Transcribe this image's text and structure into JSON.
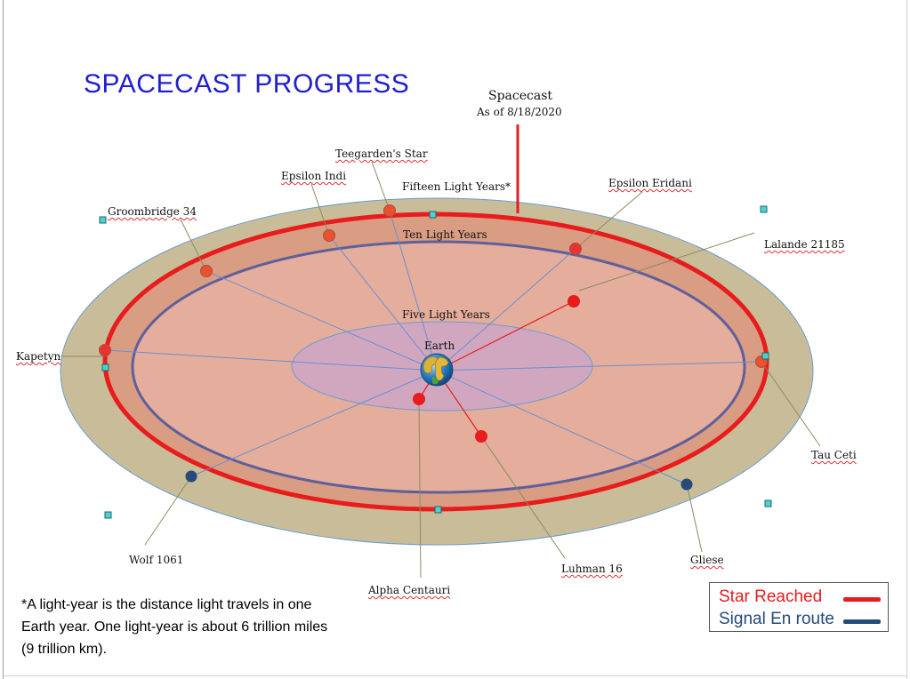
{
  "title": "SPACECAST PROGRESS",
  "spacecast": {
    "label": "Spacecast",
    "date": "As of 8/18/2020"
  },
  "rings": {
    "inner": "Five Light Years",
    "middle": "Ten Light Years",
    "outer": "Fifteen Light Years*"
  },
  "center": "Earth",
  "stars": [
    {
      "name": "Groombridge 34",
      "status": "reached"
    },
    {
      "name": "Epsilon Indi",
      "status": "reached"
    },
    {
      "name": "Teegarden's Star",
      "status": "reached"
    },
    {
      "name": "Epsilon Eridani",
      "status": "reached"
    },
    {
      "name": "Lalande 21185",
      "status": "reached"
    },
    {
      "name": "Kapetyn",
      "status": "reached"
    },
    {
      "name": "Tau Ceti",
      "status": "reached"
    },
    {
      "name": "Wolf 1061",
      "status": "en-route"
    },
    {
      "name": "Gliese",
      "status": "en-route"
    },
    {
      "name": "Luhman 16",
      "status": "reached"
    },
    {
      "name": "Alpha Centauri",
      "status": "reached"
    }
  ],
  "footnote": "*A light-year is the distance light travels in one Earth year. One light-year is about 6 trillion miles (9 trillion km).",
  "legend": {
    "reached": "Star Reached",
    "en_route": "Signal En route"
  },
  "colors": {
    "title": "#1f1fcf",
    "reached": "#e81c1c",
    "reached_ring_dot": "#e8522e",
    "en_route": "#264a7a",
    "outer_disc": "#c8bd98",
    "middle_disc": "#d99d83",
    "inner_disc": "#e4ad9c",
    "core_disc": "#d1a7c0",
    "ring_blue": "#5f5f9c",
    "ring_red": "#e81c1c",
    "marker": "#4fd0d0"
  }
}
